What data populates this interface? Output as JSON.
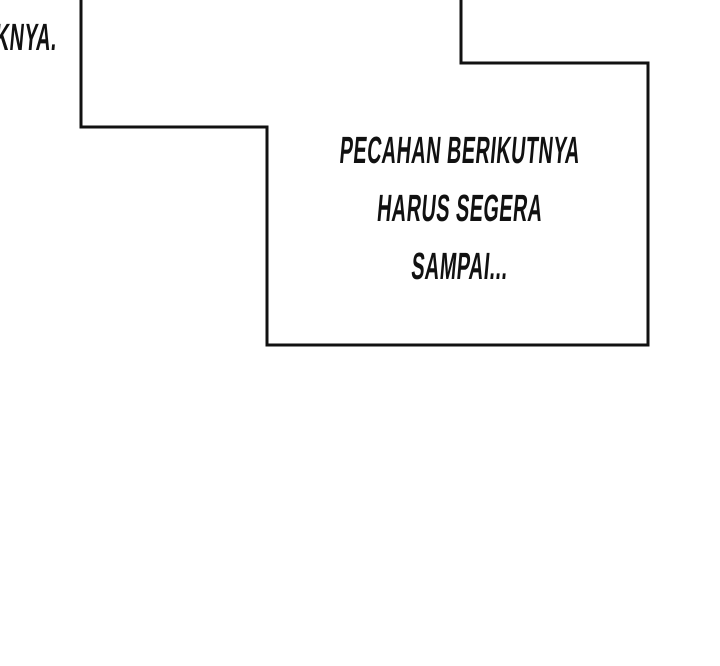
{
  "bubble_top": {
    "lines": [
      "SEENAKNYA."
    ]
  },
  "bubble_main": {
    "lines": [
      "PECAHAN BERIKUTNYA",
      "HARUS SEGERA",
      "SAMPAI..."
    ]
  },
  "colors": {
    "background": "#ffffff",
    "border": "#111111",
    "text": "#111111"
  }
}
